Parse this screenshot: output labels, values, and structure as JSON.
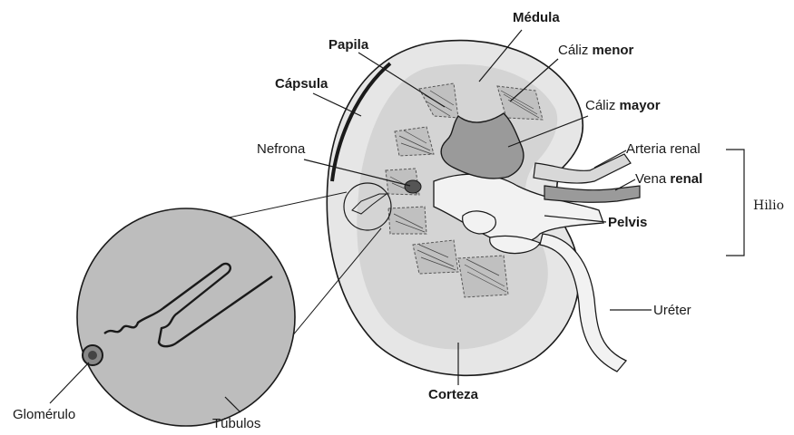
{
  "labels": {
    "medula": "Médula",
    "papila": "Papila",
    "caliz_menor_prefix": "Cáliz",
    "caliz_menor_bold": "menor",
    "capsula": "Cápsula",
    "caliz_mayor_prefix": "Cáliz",
    "caliz_mayor_bold": "mayor",
    "nefrona": "Nefrona",
    "arteria_renal": "Arteria renal",
    "vena_prefix": "Vena",
    "vena_bold": "renal",
    "hilio": "Hilio",
    "pelvis": "Pelvis",
    "ureter": "Uréter",
    "corteza": "Corteza",
    "glomerulo": "Glomérulo",
    "tubulos": "Túbulos"
  },
  "colors": {
    "outline": "#1a1a1a",
    "cortex_fill": "#e6e6e6",
    "medulla_fill": "#d4d4d4",
    "pelvis_fill": "#f2f2f2",
    "calyx_fill": "#9a9a9a",
    "zoom_fill": "#bdbdbd"
  }
}
